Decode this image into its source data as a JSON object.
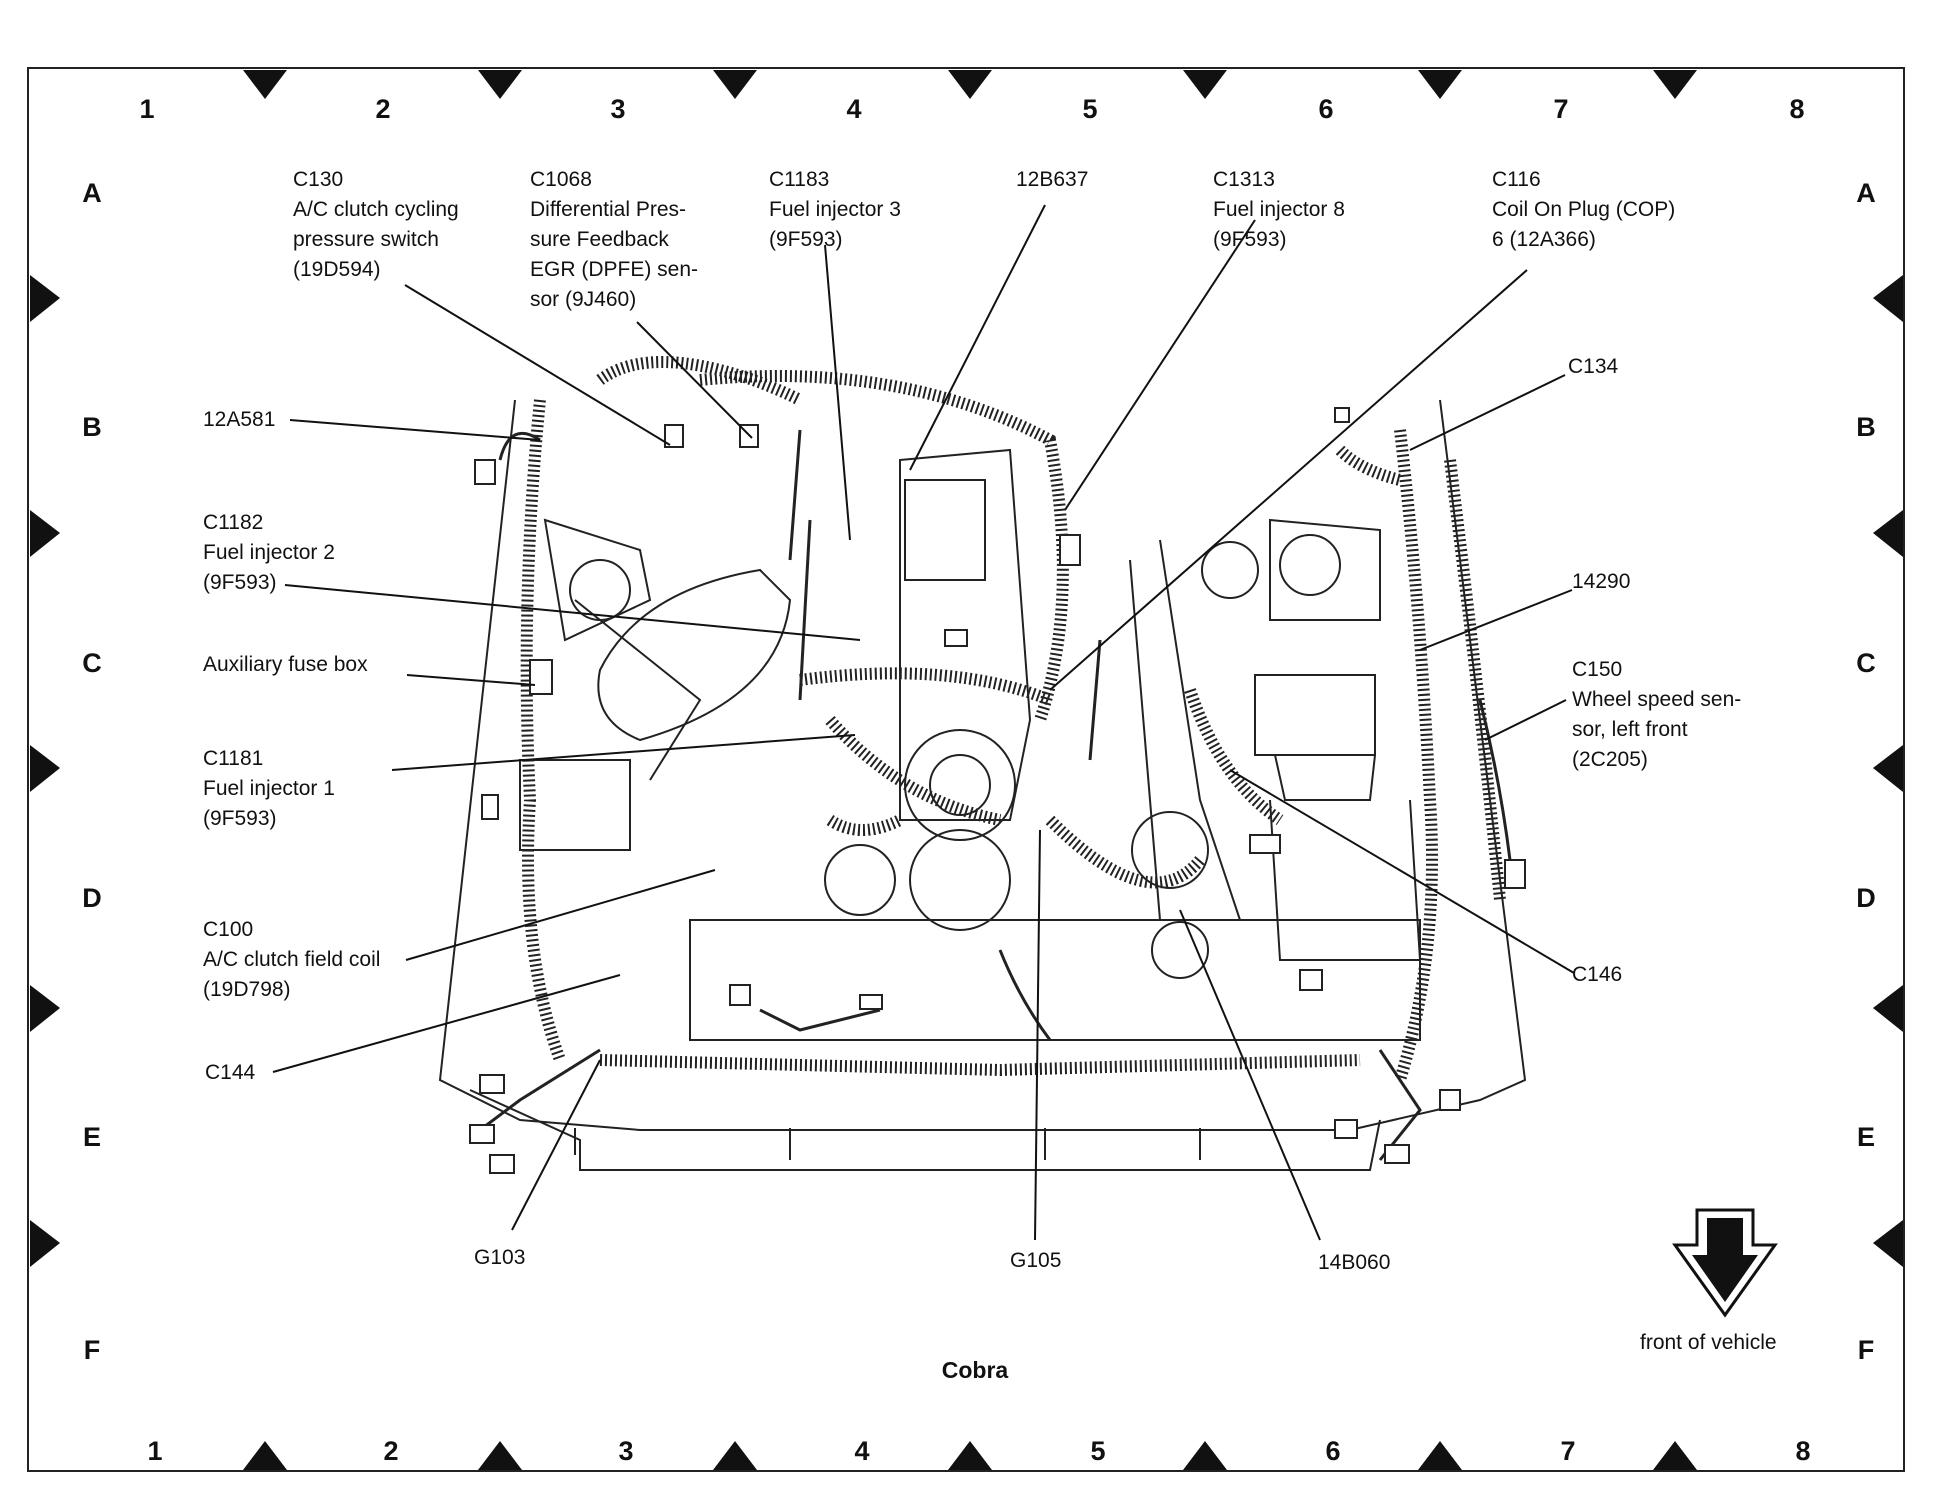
{
  "grid": {
    "columns": [
      "1",
      "2",
      "3",
      "4",
      "5",
      "6",
      "7",
      "8"
    ],
    "rows": [
      "A",
      "B",
      "C",
      "D",
      "E",
      "F"
    ]
  },
  "title": "Cobra",
  "orientation": "front of vehicle",
  "labels": {
    "c130": "C130\nA/C clutch cycling\npressure switch\n(19D594)",
    "c1068": "C1068\nDifferential Pres-\nsure Feedback\nEGR (DPFE) sen-\nsor (9J460)",
    "c1183": "C1183\nFuel injector 3\n(9F593)",
    "12b637": "12B637",
    "c1313": "C1313\nFuel injector 8\n(9F593)",
    "c116": "C116\nCoil On Plug (COP)\n6 (12A366)",
    "c134": "C134",
    "12a581": "12A581",
    "c1182": "C1182\nFuel injector 2\n(9F593)",
    "14290": "14290",
    "aux_fuse": "Auxiliary fuse box",
    "c150": "C150\nWheel speed sen-\nsor, left front\n(2C205)",
    "c1181": "C1181\nFuel injector 1\n(9F593)",
    "c100": "C100\nA/C clutch field coil\n(19D798)",
    "c146": "C146",
    "c144": "C144",
    "g103": "G103",
    "g105": "G105",
    "14b060": "14B060"
  }
}
